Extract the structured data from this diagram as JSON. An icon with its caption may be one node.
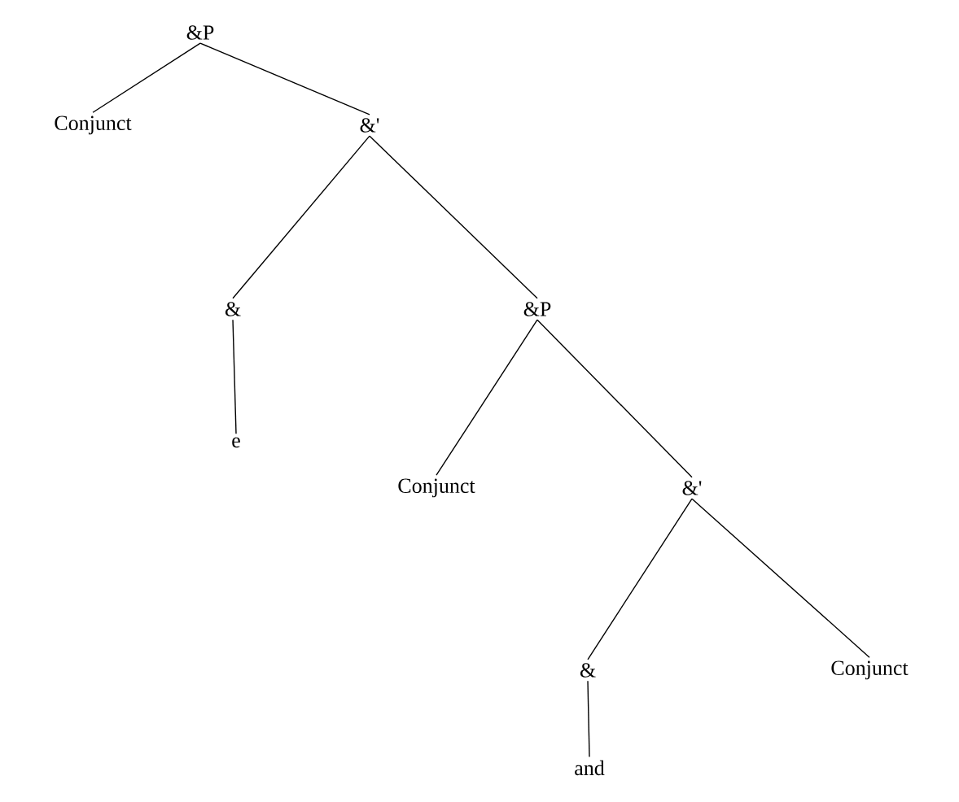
{
  "diagram": {
    "nodes": [
      {
        "text": [
          "&P"
        ]
      },
      {
        "text": [
          "Conjunct"
        ]
      },
      {
        "text": [
          "&'"
        ]
      },
      {
        "text": [
          "&"
        ]
      },
      {
        "text": [
          "&P"
        ]
      },
      {
        "text": [
          "e"
        ]
      },
      {
        "text": [
          "Conjunct"
        ]
      },
      {
        "text": [
          "&'"
        ]
      },
      {
        "text": [
          "&"
        ]
      },
      {
        "text": [
          "Conjunct"
        ]
      },
      {
        "text": [
          "and"
        ]
      }
    ],
    "edges": [
      {
        "from": 0,
        "to": 1,
        "arrow": "none"
      },
      {
        "from": 0,
        "to": 2,
        "arrow": "none"
      },
      {
        "from": 2,
        "to": 3,
        "arrow": "none"
      },
      {
        "from": 2,
        "to": 4,
        "arrow": "none"
      },
      {
        "from": 3,
        "to": 5,
        "arrow": "none"
      },
      {
        "from": 4,
        "to": 6,
        "arrow": "none"
      },
      {
        "from": 4,
        "to": 7,
        "arrow": "none"
      },
      {
        "from": 7,
        "to": 8,
        "arrow": "none"
      },
      {
        "from": 7,
        "to": 9,
        "arrow": "none"
      },
      {
        "from": 8,
        "to": 10,
        "arrow": "none"
      }
    ]
  }
}
